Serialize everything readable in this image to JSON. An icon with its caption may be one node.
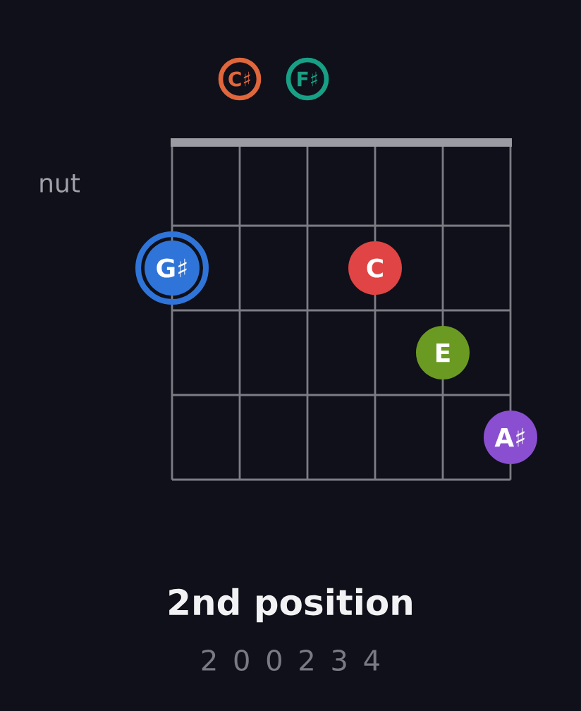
{
  "diagram": {
    "title": "2nd position",
    "nodes": [
      {
        "text": [
          "C♯"
        ]
      },
      {
        "text": [
          "F♯"
        ]
      },
      {
        "text": [
          "G♯"
        ]
      },
      {
        "text": [
          "C"
        ]
      },
      {
        "text": [
          "E"
        ]
      },
      {
        "text": [
          "A♯"
        ]
      }
    ],
    "labels": [
      "nut",
      "2 0 0 2 3 4"
    ]
  }
}
